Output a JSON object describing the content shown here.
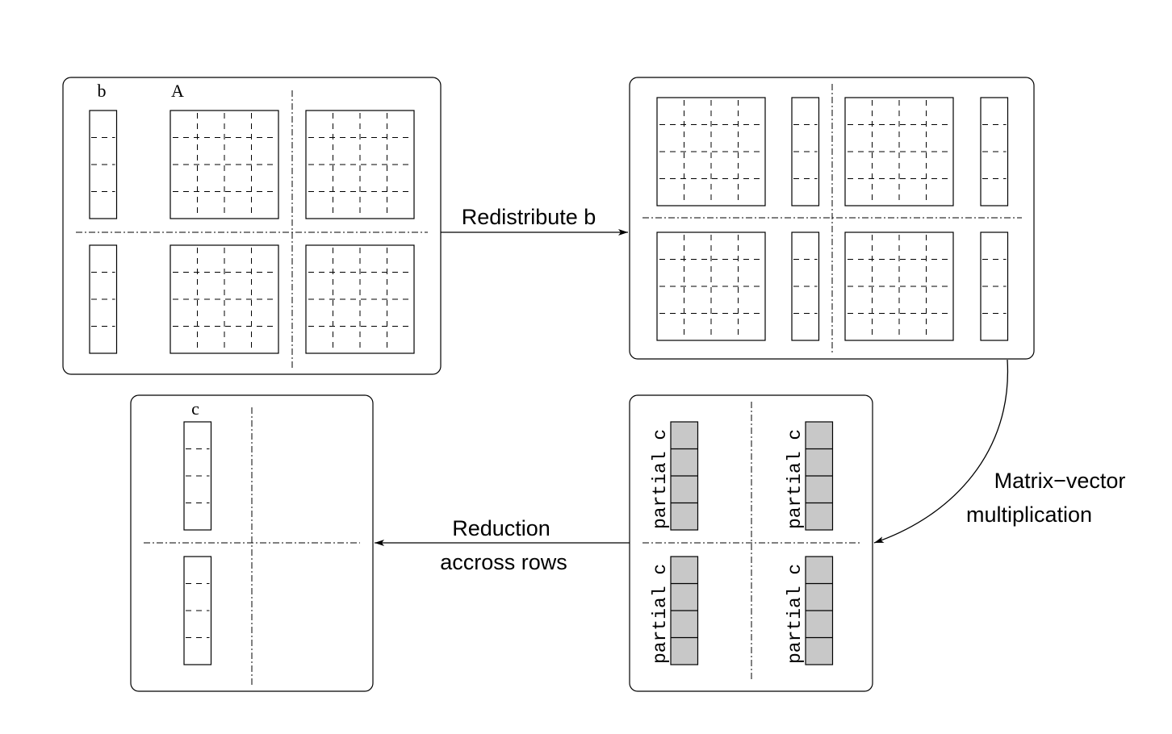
{
  "panels": {
    "initial": {
      "vector_label": "b",
      "matrix_label": "A"
    },
    "result": {
      "vector_label": "c"
    },
    "partial": {
      "vector_label": "partial c"
    }
  },
  "arrows": {
    "redistribute": {
      "label": "Redistribute b"
    },
    "matvec": {
      "label_line1": "Matrix−vector",
      "label_line2": "multiplication"
    },
    "reduction": {
      "label_line1": "Reduction",
      "label_line2": "accross rows"
    }
  },
  "colors": {
    "stroke": "#000000",
    "partial_fill": "#c8c8c8",
    "background": "#ffffff"
  }
}
